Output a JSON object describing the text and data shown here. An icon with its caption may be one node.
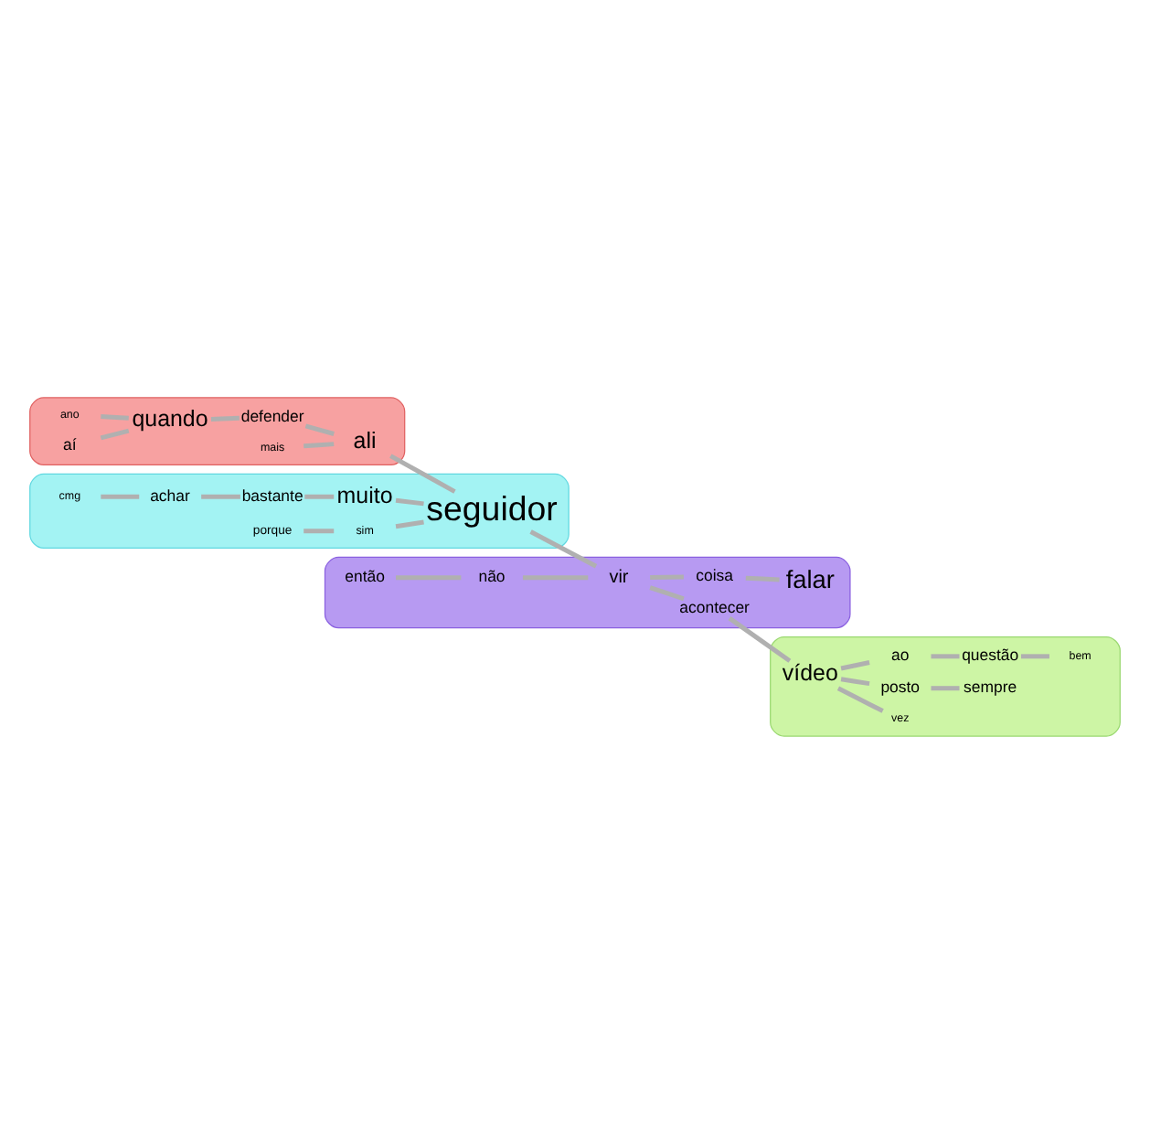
{
  "diagram": {
    "nodes": [
      {
        "text": [],
        "shape": "blob"
      },
      {
        "text": [
          "ano"
        ],
        "in": 0
      },
      {
        "text": [
          "aí"
        ],
        "in": 0
      },
      {
        "text": [
          "quando"
        ],
        "in": 0
      },
      {
        "text": [
          "defender"
        ],
        "in": 0
      },
      {
        "text": [
          "mais"
        ],
        "in": 0
      },
      {
        "text": [
          "ali"
        ],
        "in": 0
      },
      {
        "text": [],
        "shape": "blob"
      },
      {
        "text": [
          "cmg"
        ],
        "in": 7
      },
      {
        "text": [
          "achar"
        ],
        "in": 7
      },
      {
        "text": [
          "bastante"
        ],
        "in": 7
      },
      {
        "text": [
          "muito"
        ],
        "in": 7
      },
      {
        "text": [
          "seguidor"
        ],
        "in": 7
      },
      {
        "text": [
          "sim"
        ],
        "in": 7
      },
      {
        "text": [
          "porque"
        ],
        "in": 7
      },
      {
        "text": [],
        "shape": "blob"
      },
      {
        "text": [
          "então"
        ],
        "in": 15
      },
      {
        "text": [
          "não"
        ],
        "in": 15
      },
      {
        "text": [
          "vir"
        ],
        "in": 15
      },
      {
        "text": [
          "coisa"
        ],
        "in": 15
      },
      {
        "text": [
          "falar"
        ],
        "in": 15
      },
      {
        "text": [
          "acontecer"
        ],
        "in": 15
      },
      {
        "text": [],
        "shape": "blob"
      },
      {
        "text": [
          "vídeo"
        ],
        "in": 22
      },
      {
        "text": [
          "vez"
        ],
        "in": 22
      },
      {
        "text": [
          "posto"
        ],
        "in": 22
      },
      {
        "text": [
          "sempre"
        ],
        "in": 22
      },
      {
        "text": [
          "ao"
        ],
        "in": 22
      },
      {
        "text": [
          "questão"
        ],
        "in": 22
      },
      {
        "text": [
          "bem"
        ],
        "in": 22
      }
    ],
    "edges": [
      {
        "from": 1,
        "to": 3,
        "arrow": "none"
      },
      {
        "from": 2,
        "to": 3,
        "arrow": "none"
      },
      {
        "from": 3,
        "to": 4,
        "arrow": "none"
      },
      {
        "from": 4,
        "to": 6,
        "arrow": "none"
      },
      {
        "from": 5,
        "to": 6,
        "arrow": "none"
      },
      {
        "from": 6,
        "to": 12,
        "arrow": "none"
      },
      {
        "from": 8,
        "to": 9,
        "arrow": "none"
      },
      {
        "from": 9,
        "to": 10,
        "arrow": "none"
      },
      {
        "from": 10,
        "to": 11,
        "arrow": "none"
      },
      {
        "from": 11,
        "to": 12,
        "arrow": "none"
      },
      {
        "from": 13,
        "to": 12,
        "arrow": "none"
      },
      {
        "from": 14,
        "to": 13,
        "arrow": "none"
      },
      {
        "from": 12,
        "to": 18,
        "arrow": "none"
      },
      {
        "from": 16,
        "to": 17,
        "arrow": "none"
      },
      {
        "from": 17,
        "to": 18,
        "arrow": "none"
      },
      {
        "from": 18,
        "to": 19,
        "arrow": "none"
      },
      {
        "from": 19,
        "to": 20,
        "arrow": "none"
      },
      {
        "from": 18,
        "to": 21,
        "arrow": "none"
      },
      {
        "from": 21,
        "to": 23,
        "arrow": "none"
      },
      {
        "from": 23,
        "to": 24,
        "arrow": "none"
      },
      {
        "from": 23,
        "to": 25,
        "arrow": "none"
      },
      {
        "from": 25,
        "to": 26,
        "arrow": "none"
      },
      {
        "from": 23,
        "to": 27,
        "arrow": "none"
      },
      {
        "from": 27,
        "to": 28,
        "arrow": "none"
      },
      {
        "from": 28,
        "to": 29,
        "arrow": "none"
      }
    ]
  }
}
